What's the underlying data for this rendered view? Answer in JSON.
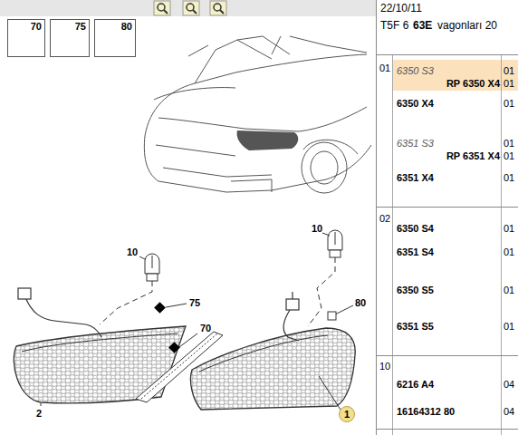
{
  "diagram": {
    "nodes": [
      {
        "text": [
          "70"
        ]
      },
      {
        "text": [
          "75"
        ]
      },
      {
        "text": [
          "80"
        ]
      },
      {
        "text": [
          "1"
        ]
      }
    ],
    "labels": [
      "22/10/11",
      "T5F 6",
      "63E",
      "vagonları 20",
      "01",
      "6350 S3",
      "01",
      "RP 6350 X4",
      "01",
      "6350 X4",
      "01",
      "6351 S3",
      "01",
      "RP 6351 X4",
      "01",
      "6351 X4",
      "01",
      "02",
      "6350 S4",
      "01",
      "6351 S4",
      "01",
      "6350 S5",
      "01",
      "6351 S5",
      "01",
      "10",
      "6216 A4",
      "04",
      "16164312 80",
      "04",
      "10",
      "10",
      "75",
      "80",
      "70",
      "2"
    ]
  }
}
